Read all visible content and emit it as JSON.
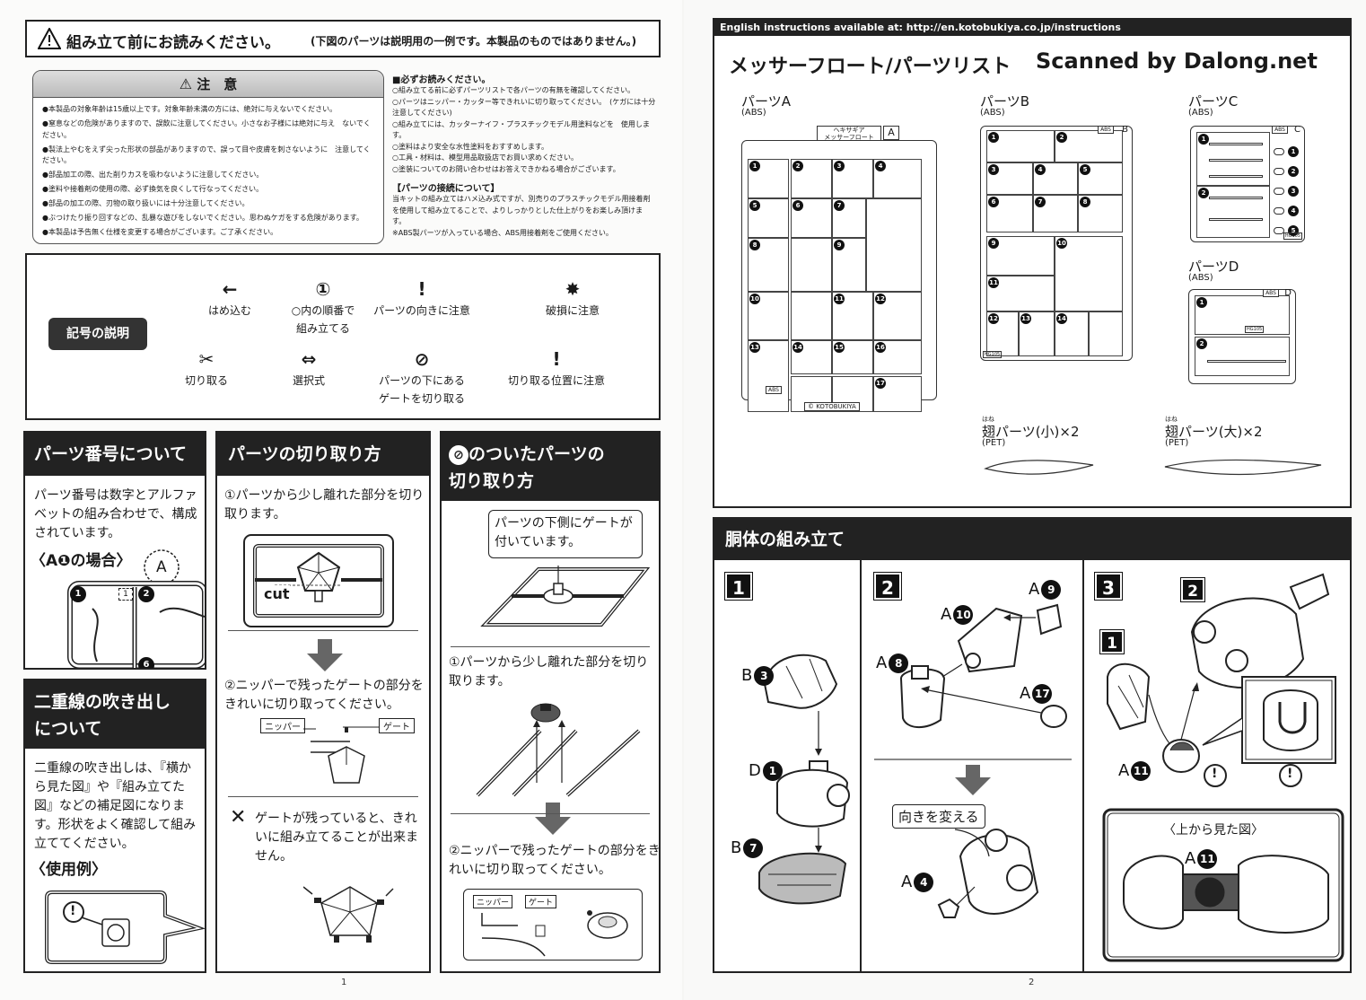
{
  "page1": {
    "warning_header": {
      "title": "組み立て前にお読みください。",
      "note": "(下図のパーツは説明用の一例です。本製品のものではありません。)"
    },
    "caution": {
      "title": "注　意",
      "items": [
        "●本製品の対象年齢は15歳以上です。対象年齢未満の方には、絶対に与えないでください。",
        "●窒息などの危険がありますので、誤飲に注意してください。小さなお子様には絶対に与え　ないでください。",
        "●製法上やむをえず尖った形状の部品がありますので、誤って目や皮膚を刺さないように　注意してください。",
        "●部品加工の際、出た削りカスを吸わないように注意してください。",
        "●塗料や接着剤の使用の際、必ず換気を良くして行なってください。",
        "●部品の加工の際、刃物の取り扱いには十分注意してください。",
        "●ぶつけたり振り回すなどの、乱暴な遊びをしないでください。思わぬケガをする危険があります。",
        "●本製品は予告無く仕様を変更する場合がございます。ご了承ください。"
      ]
    },
    "must_read": {
      "title": "■必ずお読みください。",
      "items": [
        "○組み立てる前に必ずパーツリストで各パーツの有無を確認してください。",
        "○パーツはニッパー・カッター等できれいに切り取ってください。　(ケガには十分注意してください)",
        "○組み立てには、カッターナイフ・プラスチックモデル用塗料などを　使用します。",
        "○塗料はより安全な水性塗料をおすすめします。",
        "○工具・材料は、模型用品取扱店でお買い求めください。",
        "○塗装についてのお問い合わせはお答えできかねる場合がございます。"
      ],
      "conn_title": "【パーツの接続について】",
      "conn_text": "当キットの組み立てはハメ込み式ですが、別売りのプラスチックモデル用接着剤を使用して組み立てることで、よりしっかりとした仕上がりをお楽しみ頂けます。",
      "abs_note": "※ABS製パーツが入っている場合、ABS用接着剤をご使用ください。"
    },
    "symbols": {
      "title": "記号の説明",
      "items": [
        {
          "label": "はめ込む",
          "glyph": "←"
        },
        {
          "label": "○内の順番で",
          "label2": "組み立てる",
          "glyph": "①"
        },
        {
          "label": "パーツの向きに注意",
          "glyph": "!"
        },
        {
          "label": "破損に注意",
          "glyph": "✸"
        },
        {
          "label": "切り取る",
          "glyph": "✂"
        },
        {
          "label": "選択式",
          "glyph": "⇔"
        },
        {
          "label": "パーツの下にある",
          "label2": "ゲートを切り取る",
          "glyph": "⊘"
        },
        {
          "label": "切り取る位置に注意",
          "glyph": "!"
        }
      ]
    },
    "part_number": {
      "title": "パーツ番号について",
      "text": "パーツ番号は数字とアルファベットの組み合わせで、構成されています。",
      "example": "〈A❶の場合〉",
      "letter": "A",
      "n1": "1",
      "n2": "2",
      "n1box": "1",
      "n6": "6"
    },
    "double_line": {
      "title": "二重線の吹き出し",
      "title2": "について",
      "text": "二重線の吹き出しは、『横から見た図』や『組み立てた図』などの補足図になります。形状をよく確認して組み立ててください。",
      "example": "〈使用例〉",
      "mark": "!"
    },
    "cutting": {
      "title": "パーツの切り取り方",
      "step1": "①パーツから少し離れた部分を切り取ります。",
      "cut_label": "cut",
      "step2": "②ニッパーで残ったゲートの部分をきれいに切り取ってください。",
      "nipper": "ニッパー",
      "gate": "ゲート",
      "ng_mark": "✕",
      "ng": "ゲートが残っていると、きれいに組み立てることが出来ません。"
    },
    "gate_parts": {
      "title": "のついたパーツの",
      "title2": "切り取り方",
      "bubble": "パーツの下側にゲートが付いています。",
      "step1": "①パーツから少し離れた部分を切り取ります。",
      "step2": "②ニッパーで残ったゲートの部分をきれいに切り取ってください。",
      "nipper": "ニッパー",
      "gate": "ゲート"
    },
    "page_number": "1"
  },
  "page2": {
    "url_bar": "English instructions available at: http://en.kotobukiya.co.jp/instructions",
    "list_title": "メッサーフロート/パーツリスト",
    "scanned": "Scanned by Dalong.net",
    "partA": {
      "name": "パーツA",
      "material": "(ABS)",
      "tag": "ヘキサギア",
      "tag2": "メッサーフロート",
      "letter": "A",
      "abs": "ABS",
      "copyright": "© KOTOBUKIYA",
      "cells": [
        "1",
        "2",
        "3",
        "4",
        "5",
        "6",
        "7",
        "8",
        "9",
        "10",
        "11",
        "12",
        "13",
        "14",
        "15",
        "16",
        "17"
      ]
    },
    "partB": {
      "name": "パーツB",
      "material": "(ABS)",
      "letter": "B",
      "abs": "ABS",
      "code": "HG105",
      "cells": [
        "1",
        "2",
        "3",
        "4",
        "5",
        "6",
        "7",
        "8",
        "9",
        "10",
        "11",
        "12",
        "13",
        "14"
      ]
    },
    "partC": {
      "name": "パーツC",
      "material": "(ABS)",
      "letter": "C",
      "abs": "ABS",
      "code": "HG105",
      "cells": [
        "1",
        "2"
      ],
      "side": [
        "1",
        "2",
        "3",
        "4",
        "5"
      ]
    },
    "partD": {
      "name": "パーツD",
      "material": "(ABS)",
      "letter": "D",
      "abs": "ABS",
      "code": "HG105",
      "cells": [
        "1",
        "2"
      ]
    },
    "wing_small": {
      "ruby": "はね",
      "name": "翅パーツ(小)×2",
      "material": "(PET)"
    },
    "wing_large": {
      "ruby": "はね",
      "name": "翅パーツ(大)×2",
      "material": "(PET)"
    },
    "assembly": {
      "title": "胴体の組み立て",
      "step1": {
        "num": "1",
        "labels": [
          {
            "l": "B",
            "n": "3"
          },
          {
            "l": "D",
            "n": "1"
          },
          {
            "l": "B",
            "n": "7"
          }
        ]
      },
      "step2": {
        "num": "2",
        "labels": [
          {
            "l": "A",
            "n": "9"
          },
          {
            "l": "A",
            "n": "10"
          },
          {
            "l": "A",
            "n": "8"
          },
          {
            "l": "A",
            "n": "17"
          },
          {
            "l": "A",
            "n": "4"
          }
        ],
        "turn": "向きを変える"
      },
      "step3": {
        "num": "3",
        "sub1": "2",
        "sub2": "1",
        "a11": {
          "l": "A",
          "n": "11"
        },
        "top_view": "〈上から見た図〉",
        "top_label": {
          "l": "A",
          "n": "11"
        },
        "mark": "!"
      }
    },
    "page_number": "2"
  },
  "colors": {
    "dark": "#222222",
    "caution_bg": "#e4e4e4",
    "paper": "#ffffff"
  }
}
